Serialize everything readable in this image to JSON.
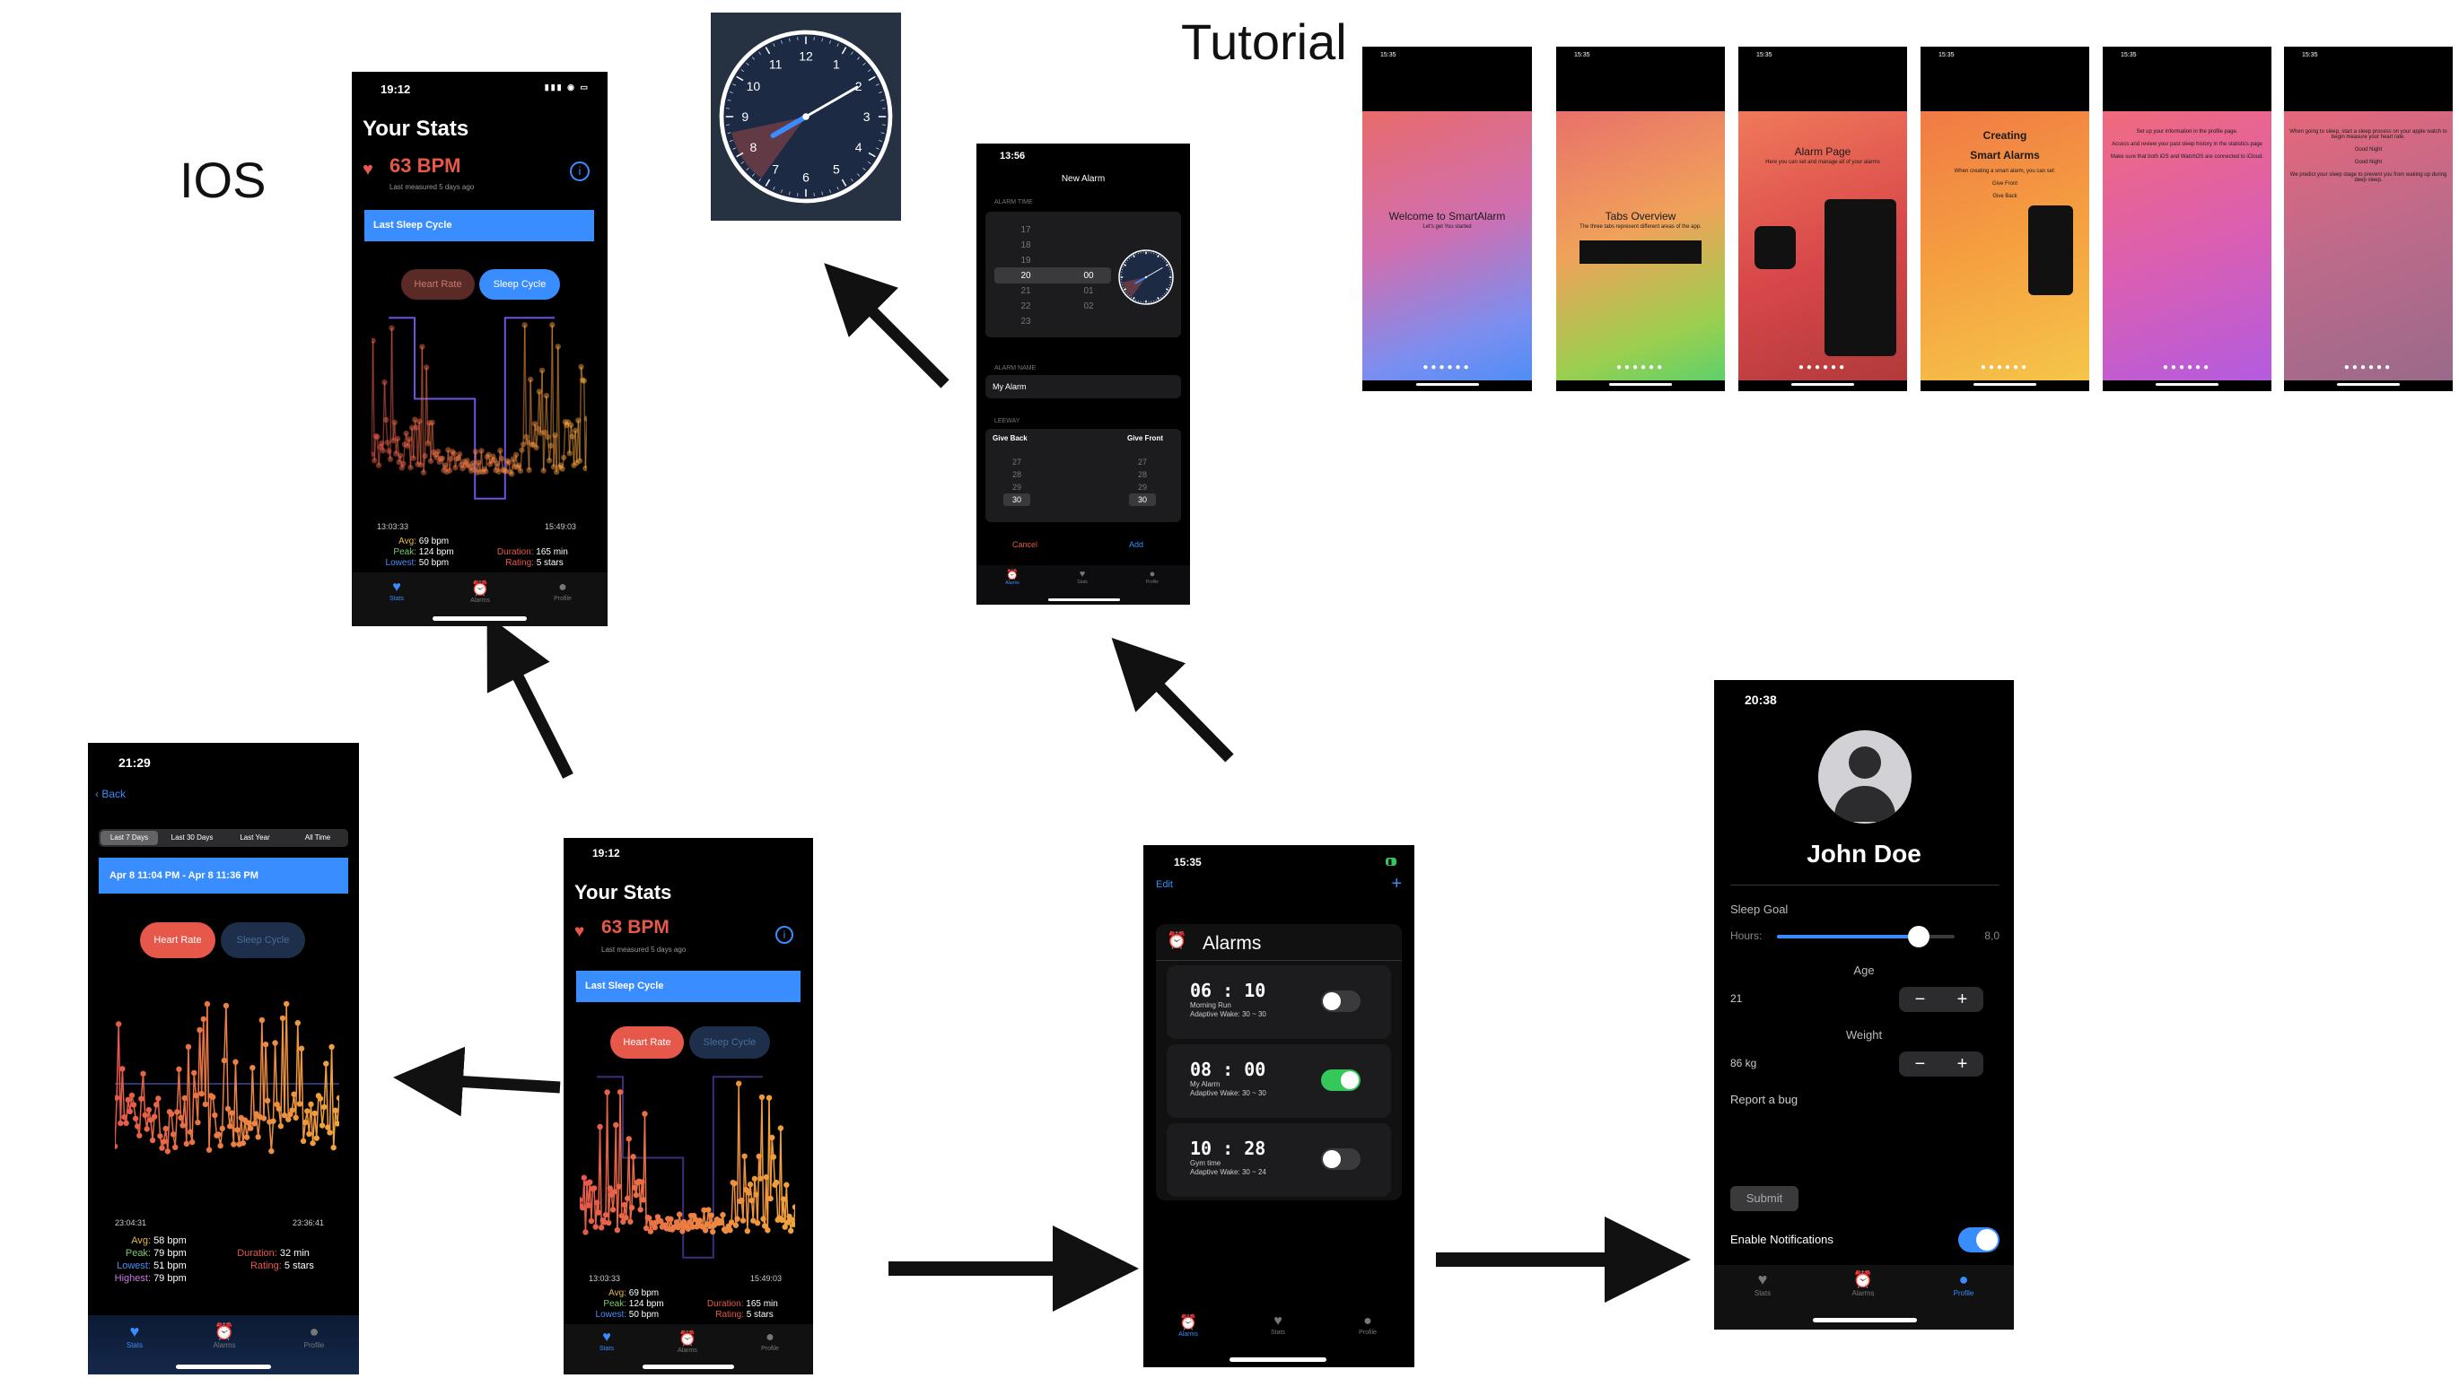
{
  "labels": {
    "ios": "IOS",
    "tutorial": "Tutorial"
  },
  "stats_top": {
    "time": "19:12",
    "status_icons": "▮▮▮ ◉ ▭",
    "title": "Your Stats",
    "bpm": "63 BPM",
    "measured": "Last measured 5 days ago",
    "bar_title": "Last Sleep Cycle",
    "pill_hr": "Heart Rate",
    "pill_sc": "Sleep Cycle",
    "t_start": "13:03:33",
    "t_end": "15:49:03",
    "avg": "Avg:",
    "avg_v": "69 bpm",
    "peak": "Peak:",
    "peak_v": "124 bpm",
    "low": "Lowest:",
    "low_v": "50 bpm",
    "dur": "Duration:",
    "dur_v": "165 min",
    "rate": "Rating:",
    "rate_v": "5 stars",
    "tabs": [
      "Stats",
      "Alarms",
      "Profile"
    ]
  },
  "clock": {
    "numbers": [
      "12",
      "1",
      "2",
      "3",
      "4",
      "5",
      "6",
      "7",
      "8",
      "9",
      "10",
      "11"
    ]
  },
  "new_alarm": {
    "time": "13:56",
    "title": "New Alarm",
    "sec_time": "ALARM TIME",
    "hours": [
      "17",
      "18",
      "19",
      "20",
      "21",
      "22",
      "23"
    ],
    "mins": [
      "00",
      "01",
      "02"
    ],
    "sel_hour": "20",
    "sel_min": "00",
    "sec_name": "ALARM NAME",
    "name_value": "My Alarm",
    "sec_leeway": "LEEWAY",
    "give_back": "Give Back",
    "give_front": "Give Front",
    "lee_vals": [
      "27",
      "28",
      "29",
      "30"
    ],
    "lee_sel": "30",
    "cancel": "Cancel",
    "add": "Add",
    "tabs": [
      "Alarms",
      "Stats",
      "Profile"
    ]
  },
  "tutorial": [
    {
      "time": "15:35",
      "lines": [
        "Welcome to SmartAlarm",
        "Let's get You started"
      ]
    },
    {
      "time": "15:35",
      "lines": [
        "Tabs Overview",
        "The three tabs represent different areas of the app."
      ]
    },
    {
      "time": "15:35",
      "lines": [
        "Alarm Page",
        "Here you can set and manage all of your alarms"
      ]
    },
    {
      "time": "15:35",
      "lines": [
        "Creating",
        "Smart Alarms",
        "When creating a smart alarm, you can set:",
        "Give Front",
        "Give Back"
      ]
    },
    {
      "time": "15:35",
      "lines": [
        "Set up your information in the profile page.",
        "Access and review your past sleep history in the statistics page",
        "Make sure that both iOS and WatchOS are connected to iCloud."
      ]
    },
    {
      "time": "15:35",
      "lines": [
        "When going to sleep, start a sleep process on your apple watch to begin measure your heart rate.",
        "Good Night",
        "Good Night",
        "We predict your sleep stage to prevent you from waking up during deep sleep."
      ]
    }
  ],
  "history": {
    "time": "21:29",
    "back": "Back",
    "segments": [
      "Last 7 Days",
      "Last 30 Days",
      "Last Year",
      "All Time"
    ],
    "range": "Apr 8 11:04 PM - Apr 8 11:36 PM",
    "pill_hr": "Heart Rate",
    "pill_sc": "Sleep Cycle",
    "t_start": "23:04:31",
    "t_end": "23:36:41",
    "avg": "Avg:",
    "avg_v": "58 bpm",
    "peak": "Peak:",
    "peak_v": "79 bpm",
    "low": "Lowest:",
    "low_v": "51 bpm",
    "high": "Highest:",
    "high_v": "79 bpm",
    "dur": "Duration:",
    "dur_v": "32 min",
    "rate": "Rating:",
    "rate_v": "5 stars",
    "tabs": [
      "Stats",
      "Alarms",
      "Profile"
    ]
  },
  "stats_main": {
    "time": "19:12",
    "title": "Your Stats",
    "bpm": "63 BPM",
    "measured": "Last measured 5 days ago",
    "bar_title": "Last Sleep Cycle",
    "pill_hr": "Heart Rate",
    "pill_sc": "Sleep Cycle",
    "t_start": "13:03:33",
    "t_end": "15:49:03",
    "avg": "Avg:",
    "avg_v": "69 bpm",
    "peak": "Peak:",
    "peak_v": "124 bpm",
    "low": "Lowest:",
    "low_v": "50 bpm",
    "dur": "Duration:",
    "dur_v": "165 min",
    "rate": "Rating:",
    "rate_v": "5 stars",
    "tabs": [
      "Stats",
      "Alarms",
      "Profile"
    ]
  },
  "alarms": {
    "time": "15:35",
    "edit": "Edit",
    "plus": "+",
    "title": "Alarms",
    "items": [
      {
        "time": "06 : 10",
        "name": "Morning Run",
        "wake": "Adaptive Wake: 30 ~ 30",
        "on": false
      },
      {
        "time": "08 : 00",
        "name": "My Alarm",
        "wake": "Adaptive Wake: 30 ~ 30",
        "on": true
      },
      {
        "time": "10 : 28",
        "name": "Gym time",
        "wake": "Adaptive Wake: 30 ~ 24",
        "on": false
      }
    ],
    "tabs": [
      "Alarms",
      "Stats",
      "Profile"
    ]
  },
  "profile": {
    "time": "20:38",
    "name": "John Doe",
    "sleep_goal": "Sleep Goal",
    "hours": "Hours:",
    "hours_val": "8,0",
    "age_label": "Age",
    "age_val": "21",
    "weight_label": "Weight",
    "weight_val": "86 kg",
    "report": "Report a bug",
    "submit": "Submit",
    "notif": "Enable Notifications",
    "minus": "−",
    "plus": "+",
    "tabs": [
      "Stats",
      "Alarms",
      "Profile"
    ]
  }
}
